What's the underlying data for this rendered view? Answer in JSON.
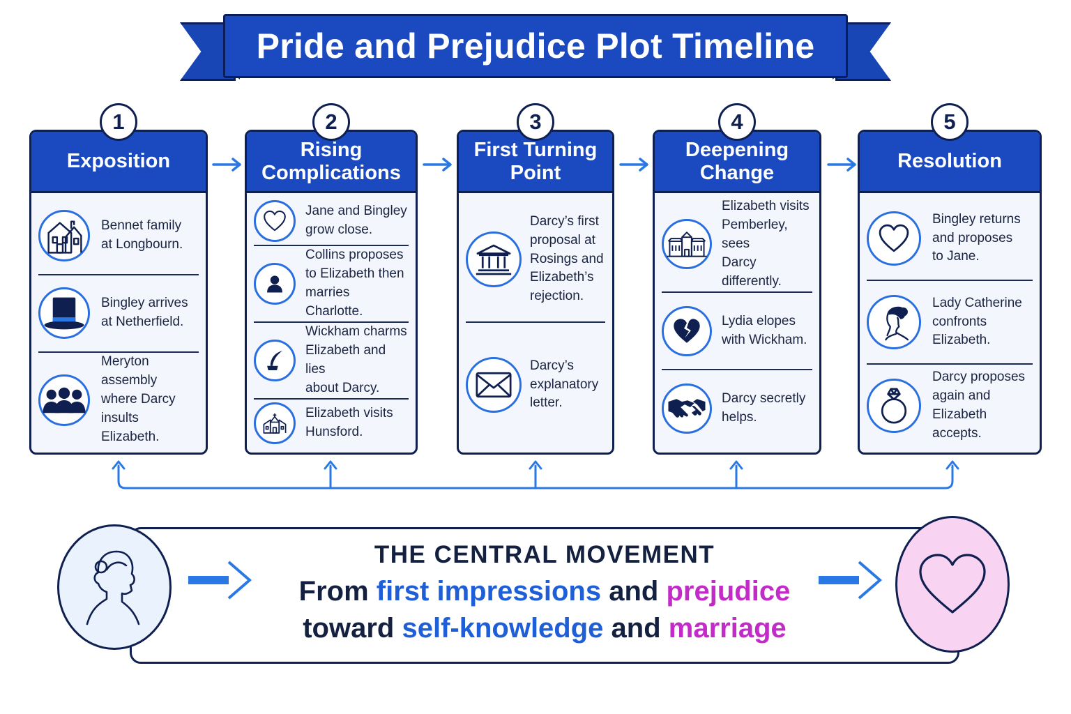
{
  "title": "Pride and Prejudice Plot Timeline",
  "stages": [
    {
      "number": "1",
      "title": "Exposition",
      "items": [
        {
          "icon": "house-icon",
          "text": "Bennet family\nat Longbourn."
        },
        {
          "icon": "top-hat-icon",
          "text": "Bingley arrives\nat Netherfield."
        },
        {
          "icon": "people-group-icon",
          "text": "Meryton assembly\nwhere Darcy\ninsults Elizabeth."
        }
      ]
    },
    {
      "number": "2",
      "title": "Rising\nComplications",
      "items": [
        {
          "icon": "heart-icon",
          "text": "Jane and Bingley\ngrow close."
        },
        {
          "icon": "person-icon",
          "text": "Collins proposes\nto Elizabeth then\nmarries Charlotte."
        },
        {
          "icon": "quill-icon",
          "text": "Wickham charms\nElizabeth and lies\nabout Darcy."
        },
        {
          "icon": "church-icon",
          "text": "Elizabeth visits\nHunsford."
        }
      ]
    },
    {
      "number": "3",
      "title": "First Turning\nPoint",
      "items": [
        {
          "icon": "columned-building-icon",
          "text": "Darcy’s first\nproposal at\nRosings and\nElizabeth’s\nrejection."
        },
        {
          "icon": "envelope-icon",
          "text": "Darcy’s\nexplanatory\nletter."
        }
      ]
    },
    {
      "number": "4",
      "title": "Deepening\nChange",
      "items": [
        {
          "icon": "mansion-icon",
          "text": "Elizabeth visits\nPemberley, sees\nDarcy differently."
        },
        {
          "icon": "broken-heart-icon",
          "text": "Lydia elopes\nwith Wickham."
        },
        {
          "icon": "handshake-icon",
          "text": "Darcy secretly\nhelps."
        }
      ]
    },
    {
      "number": "5",
      "title": "Resolution",
      "items": [
        {
          "icon": "heart-icon",
          "text": "Bingley returns\nand proposes\nto Jane."
        },
        {
          "icon": "woman-profile-icon",
          "text": "Lady Catherine\nconfronts\nElizabeth."
        },
        {
          "icon": "ring-icon",
          "text": "Darcy proposes\nagain and\nElizabeth\naccepts."
        }
      ]
    }
  ],
  "central": {
    "heading": "THE CENTRAL MOVEMENT",
    "line1": {
      "from": "From",
      "a": "first impressions",
      "and": "and",
      "b": "prejudice"
    },
    "line2": {
      "toward": "toward",
      "a": "self-knowledge",
      "and": "and",
      "b": "marriage"
    },
    "left_icon": "woman-silhouette-icon",
    "right_icon": "heart-icon"
  },
  "colors": {
    "header_blue": "#1b4ac0",
    "accent_blue": "#1e5fd8",
    "accent_pink": "#c22bc8",
    "outline_navy": "#0f1f4f"
  }
}
